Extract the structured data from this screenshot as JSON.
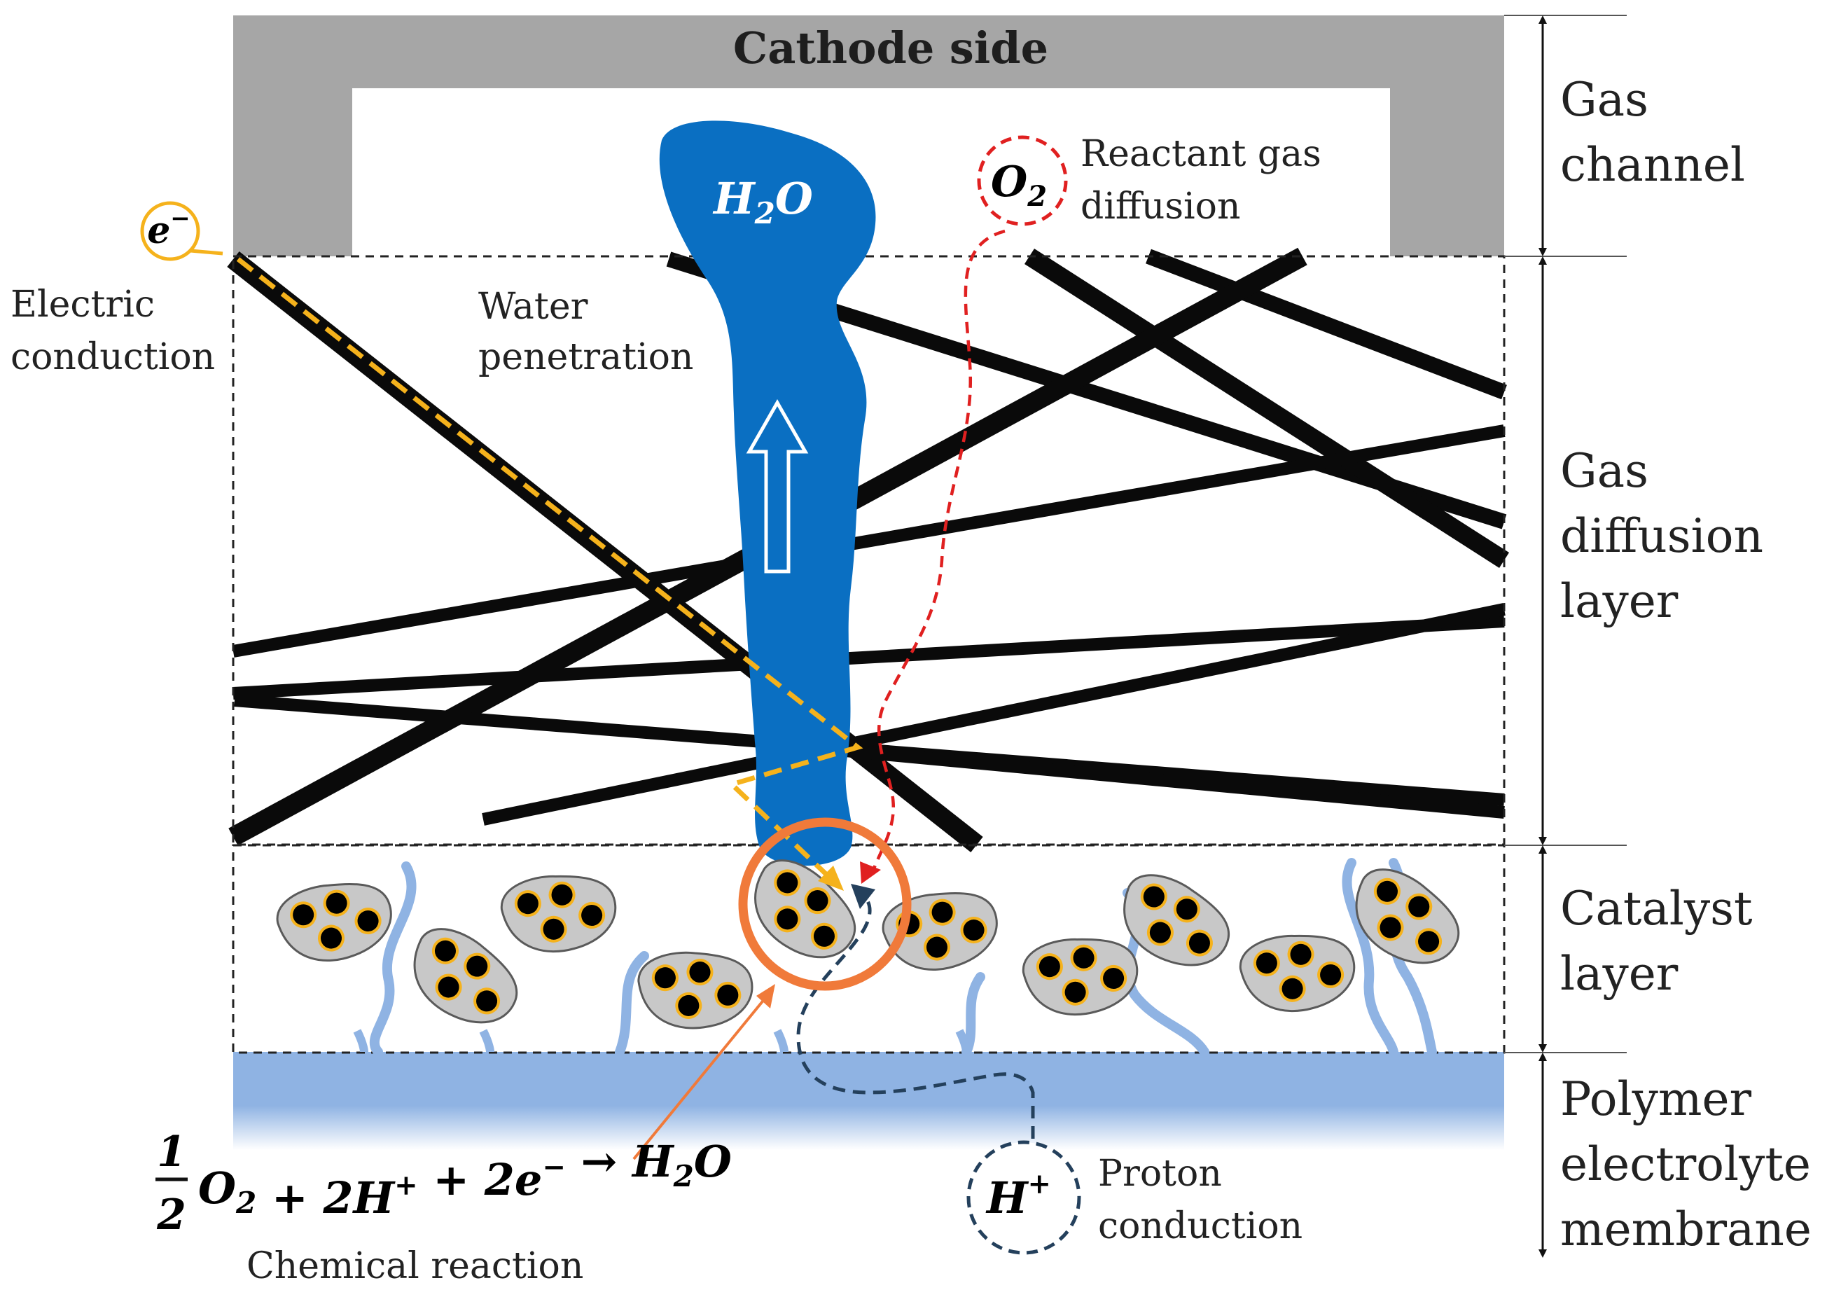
{
  "header": {
    "cathode_side": "Cathode side"
  },
  "layers": {
    "gas_channel": [
      "Gas",
      "channel"
    ],
    "gdl": [
      "Gas",
      "diffusion",
      "layer"
    ],
    "catalyst": [
      "Catalyst",
      "layer"
    ],
    "membrane": [
      "Polymer",
      "electrolyte",
      "membrane"
    ]
  },
  "labels": {
    "electric_conduction": [
      "Electric",
      "conduction"
    ],
    "water_penetration": [
      "Water",
      "penetration"
    ],
    "reactant_gas_diffusion": [
      "Reactant gas",
      "diffusion"
    ],
    "proton_conduction": [
      "Proton",
      "conduction"
    ],
    "chemical_reaction": "Chemical reaction"
  },
  "species": {
    "electron": {
      "base": "e",
      "sup": "−"
    },
    "oxygen": {
      "base": "O",
      "sub": "2"
    },
    "water": {
      "base": "H",
      "sub": "2",
      "tail": "O"
    },
    "proton": {
      "base": "H",
      "sup": "+"
    }
  },
  "equation": {
    "numerator": "1",
    "denominator": "2",
    "terms": [
      {
        "base": "O",
        "sub": "2"
      },
      {
        "text": " + 2"
      },
      {
        "base": "H",
        "sup": "+"
      },
      {
        "text": " + 2"
      },
      {
        "base": "e",
        "sup": "−"
      },
      {
        "text": " → "
      },
      {
        "base": "H",
        "sub": "2",
        "tail": "O"
      }
    ]
  },
  "colors": {
    "gray_frame": "#a6a6a6",
    "water": "#0a6fc2",
    "membrane": "#8fb3e3",
    "ionomer": "#8fb3e3",
    "electron_path": "#f5b21c",
    "oxygen_path": "#e02020",
    "proton_path": "#24405c",
    "reaction_circle": "#f07a3a",
    "catalyst_particle": "#c8c8c8",
    "pt_dot": "#f5b21c"
  }
}
